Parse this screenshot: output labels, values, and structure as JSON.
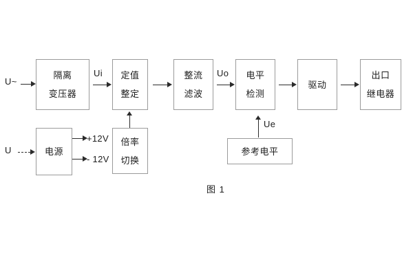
{
  "figure": {
    "caption": "图 1",
    "colors": {
      "background": "#ffffff",
      "block_border": "#9a9a9a",
      "text": "#1d1d1d",
      "arrow": "#2b2b2b"
    }
  },
  "blocks": {
    "isolation_transformer": {
      "line1": "隔离",
      "line2": "变压器"
    },
    "setting_value": {
      "line1": "定值",
      "line2": "整定"
    },
    "rectify_filter": {
      "line1": "整流",
      "line2": "滤波"
    },
    "level_detect": {
      "line1": "电平",
      "line2": "检测"
    },
    "drive": {
      "line1": "驱动"
    },
    "output_relay": {
      "line1": "出口",
      "line2": "继电器"
    },
    "power_supply": {
      "line1": "电源"
    },
    "multiplier_switch": {
      "line1": "倍率",
      "line2": "切换"
    },
    "reference_level": {
      "line1": "参考电平"
    }
  },
  "signals": {
    "input_ac": "U~",
    "input_dc": "U",
    "ui": "Ui",
    "uo": "Uo",
    "ue": "Ue",
    "rail_positive": "+12V",
    "rail_negative": "- 12V"
  }
}
